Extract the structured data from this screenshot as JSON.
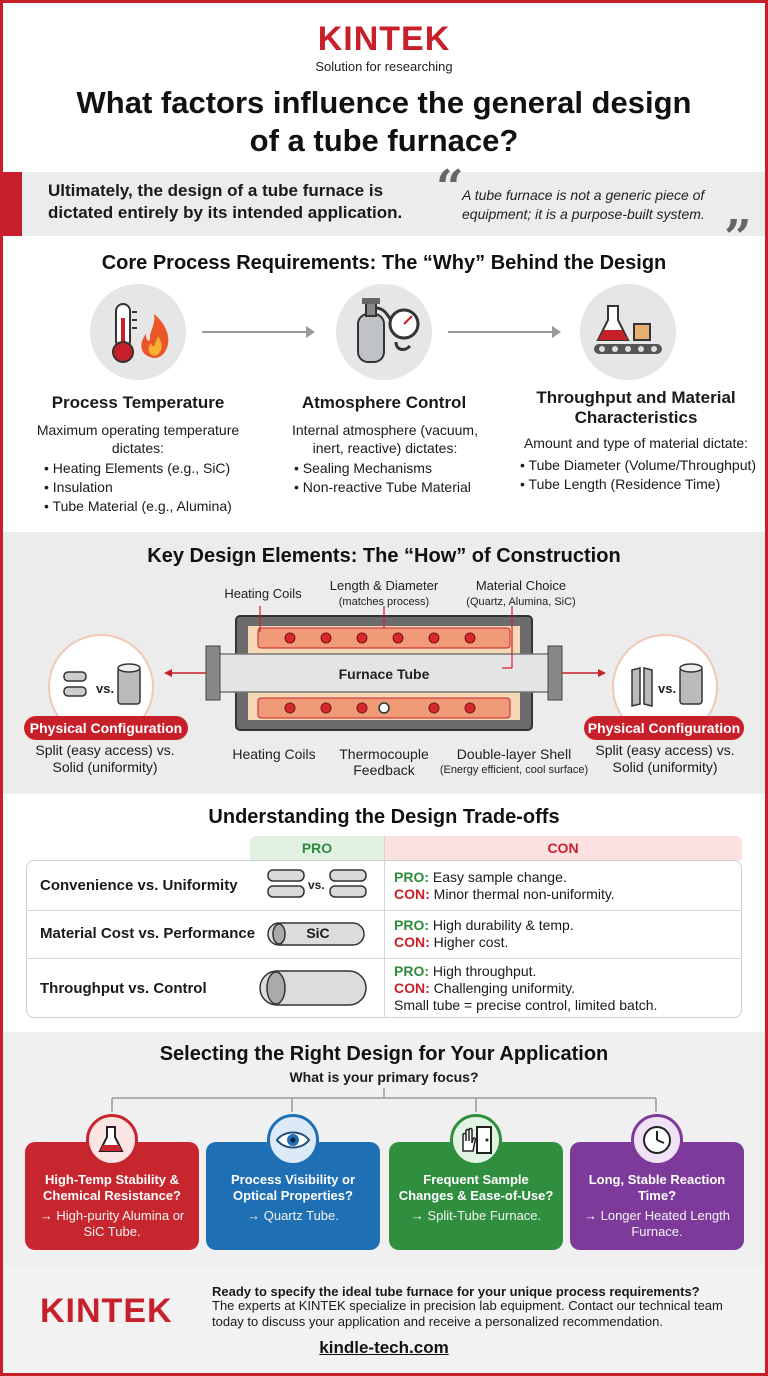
{
  "brand": {
    "logo": "KINTEK",
    "tagline": "Solution for researching",
    "accent": "#c8202a"
  },
  "title": "What factors influence the general design of a tube furnace?",
  "intro": {
    "statement": "Ultimately, the design of a tube furnace is dictated entirely by its intended application.",
    "quote": "A tube furnace is not a generic piece of equipment; it is a purpose-built system."
  },
  "core": {
    "heading": "Core Process Requirements: The “Why” Behind the Design",
    "columns": [
      {
        "icon": "thermometer-flame-icon",
        "title": "Process Temperature",
        "subtitle": "Maximum operating temperature dictates:",
        "bullets": [
          "Heating Elements (e.g., SiC)",
          "Insulation",
          "Tube Material (e.g., Alumina)"
        ]
      },
      {
        "icon": "gas-cylinder-gauge-icon",
        "title": "Atmosphere Control",
        "subtitle": "Internal atmosphere (vacuum, inert, reactive) dictates:",
        "bullets": [
          "Sealing Mechanisms",
          "Non-reactive Tube Material"
        ]
      },
      {
        "icon": "flask-conveyor-icon",
        "title": "Throughput and Material Characteristics",
        "subtitle": "Amount and type of material dictate:",
        "bullets": [
          "Tube Diameter (Volume/Throughput)",
          "Tube Length (Residence Time)"
        ]
      }
    ]
  },
  "design": {
    "heading": "Key Design Elements: The “How” of Construction",
    "labels": {
      "heating_coils_top": "Heating Coils",
      "length_diameter": "Length & Diameter",
      "length_diameter_sub": "(matches process)",
      "material_choice": "Material Choice",
      "material_choice_sub": "(Quartz, Alumina, SiC)",
      "furnace_tube": "Furnace Tube",
      "heating_coils_bottom": "Heating Coils",
      "thermocouple": "Thermocouple Feedback",
      "shell": "Double-layer Shell",
      "shell_sub": "(Energy efficient, cool surface)"
    },
    "left": {
      "vs": "vs.",
      "pill": "Physical Configuration",
      "caption": "Split (easy access) vs. Solid (uniformity)"
    },
    "right": {
      "vs": "vs.",
      "pill": "Physical Configuration",
      "caption": "Split (easy access) vs. Solid (uniformity)"
    }
  },
  "tradeoffs": {
    "heading": "Understanding the Design Trade-offs",
    "pro_header": "PRO",
    "con_header": "CON",
    "rows": [
      {
        "label": "Convenience vs. Uniformity",
        "icon_vs": "vs.",
        "pro_tag": "PRO:",
        "pro": "Easy sample change.",
        "con_tag": "CON:",
        "con": "Minor thermal non-uniformity.",
        "extra": ""
      },
      {
        "label": "Material Cost vs. Performance",
        "icon_text": "SiC",
        "pro_tag": "PRO:",
        "pro": "High durability & temp.",
        "con_tag": "CON:",
        "con": "Higher cost.",
        "extra": ""
      },
      {
        "label": "Throughput vs. Control",
        "pro_tag": "PRO:",
        "pro": "High throughput.",
        "con_tag": "CON:",
        "con": "Challenging uniformity.",
        "extra": "Small tube = precise control, limited batch."
      }
    ]
  },
  "selection": {
    "heading": "Selecting the Right Design for Your Application",
    "question": "What is your primary focus?",
    "cards": [
      {
        "icon": "flask-icon",
        "color": "#c8262e",
        "question": "High-Temp Stability & Chemical Resistance?",
        "answer": "→ High-purity Alumina or SiC Tube."
      },
      {
        "icon": "eye-icon",
        "color": "#1f6fb5",
        "question": "Process Visibility or Optical Properties?",
        "answer": "→ Quartz Tube."
      },
      {
        "icon": "hand-door-icon",
        "color": "#2f8f3f",
        "question": "Frequent Sample Changes & Ease-of-Use?",
        "answer": "→ Split-Tube Furnace."
      },
      {
        "icon": "clock-icon",
        "color": "#7d3a9a",
        "question": "Long, Stable Reaction Time?",
        "answer": "→ Longer Heated Length Furnace."
      }
    ]
  },
  "footer": {
    "logo": "KINTEK",
    "headline": "Ready to specify the ideal tube furnace for your unique process requirements?",
    "body": "The experts at KINTEK specialize in precision lab equipment. Contact our technical team today to discuss your application and receive a personalized recommendation.",
    "site": "kindle-tech.com"
  }
}
